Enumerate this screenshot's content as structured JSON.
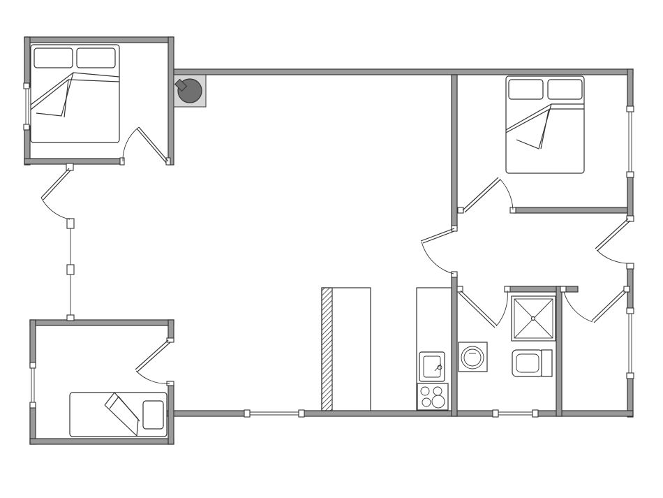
{
  "plan": {
    "kind": "floor-plan",
    "colors": {
      "wall_fill": "#9a9a9a",
      "outline": "#333333",
      "background": "#ffffff",
      "stove": "#707070"
    },
    "rooms": [
      "bedroom-upper-left",
      "bedroom-upper-right",
      "bedroom-lower-left",
      "living-area",
      "bathroom",
      "hallway"
    ],
    "fixtures": [
      "double-bed",
      "double-bed",
      "single-bed",
      "wood-stove",
      "kitchen-counter",
      "kitchen-sink",
      "hob",
      "washbasin",
      "toilet",
      "shower",
      "breakfast-bar"
    ]
  }
}
